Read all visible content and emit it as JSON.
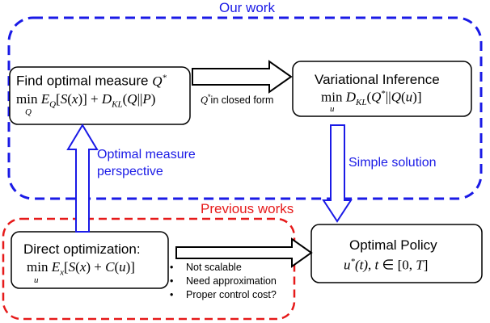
{
  "regions": {
    "our_work": {
      "title": "Our work",
      "color": "#1a1ae6"
    },
    "previous_works": {
      "title": "Previous works",
      "color": "#e61a1a"
    }
  },
  "boxes": {
    "find_measure": {
      "line1": "Find optimal measure Q*",
      "line2": "min_Q E_Q[S(x)] + D_KL(Q||P)"
    },
    "variational": {
      "line1": "Variational Inference",
      "line2": "min_u D_KL(Q*||Q(u))"
    },
    "direct_opt": {
      "line1": "Direct optimization:",
      "line2": "min_u E_x[S(x) + C(u)]"
    },
    "optimal_policy": {
      "line1": "Optimal Policy",
      "line2": "u*(t), t ∈ [0, T]"
    }
  },
  "arrows": {
    "closed_form": {
      "label": "Q*in closed form"
    },
    "optimal_measure": {
      "label_line1": "Optimal measure",
      "label_line2": "perspective",
      "color": "#1a1ae6"
    },
    "simple_solution": {
      "label": "Simple solution",
      "color": "#1a1ae6"
    }
  },
  "bullets": [
    "Not scalable",
    "Need approximation",
    "Proper control cost?"
  ]
}
